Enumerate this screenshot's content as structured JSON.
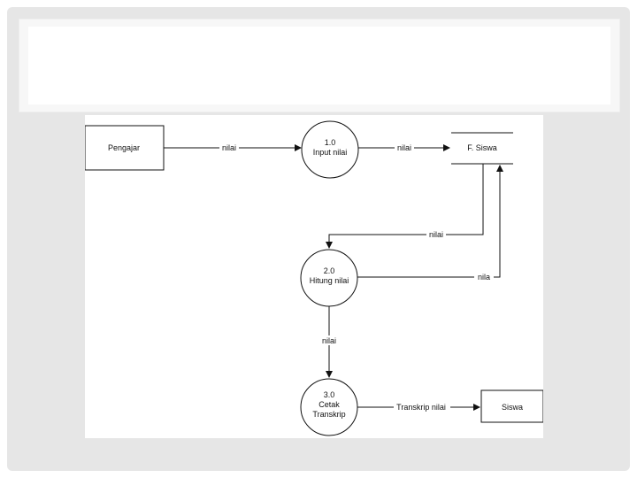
{
  "slide": {
    "title": ""
  },
  "diagram": {
    "entities": {
      "pengajar": "Pengajar",
      "siswa": "Siswa"
    },
    "datastore": {
      "label": "F. Siswa"
    },
    "processes": {
      "p1": {
        "number": "1.0",
        "name": "Input nilai"
      },
      "p2": {
        "number": "2.0",
        "name": "Hitung nilai"
      },
      "p3": {
        "number": "3.0",
        "name_line1": "Cetak",
        "name_line2": "Transkrip"
      }
    },
    "flows": {
      "pengajar_to_p1": "nilai",
      "p1_to_store": "nilai",
      "store_to_p2": "nilai",
      "p2_to_store": "nila",
      "p2_to_p3": "nilai",
      "p3_to_siswa": "Transkrip nilai"
    }
  }
}
